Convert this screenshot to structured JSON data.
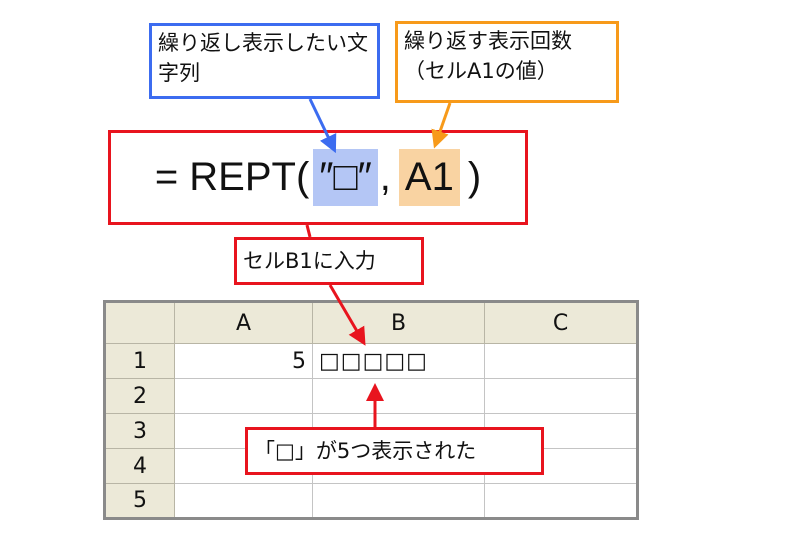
{
  "callouts": {
    "string_label": "繰り返し表示したい文字列",
    "count_label": "繰り返す表示回数（セルA1の値）",
    "input_label": "セルB1に入力",
    "result_label": "「□」が5つ表示された"
  },
  "formula": {
    "prefix": "= REPT(",
    "arg1": "″□″",
    "sep": ",",
    "arg2": "A1",
    "suffix": ")"
  },
  "sheet": {
    "columns": [
      "A",
      "B",
      "C"
    ],
    "rows": [
      {
        "n": "1",
        "a": "5",
        "b": "□□□□□",
        "c": ""
      },
      {
        "n": "2",
        "a": "",
        "b": "",
        "c": ""
      },
      {
        "n": "3",
        "a": "",
        "b": "",
        "c": ""
      },
      {
        "n": "4",
        "a": "",
        "b": "",
        "c": ""
      },
      {
        "n": "5",
        "a": "",
        "b": "",
        "c": ""
      }
    ]
  },
  "colors": {
    "blue": "#3c6cf0",
    "orange": "#f79a1a",
    "red": "#e8141e"
  }
}
